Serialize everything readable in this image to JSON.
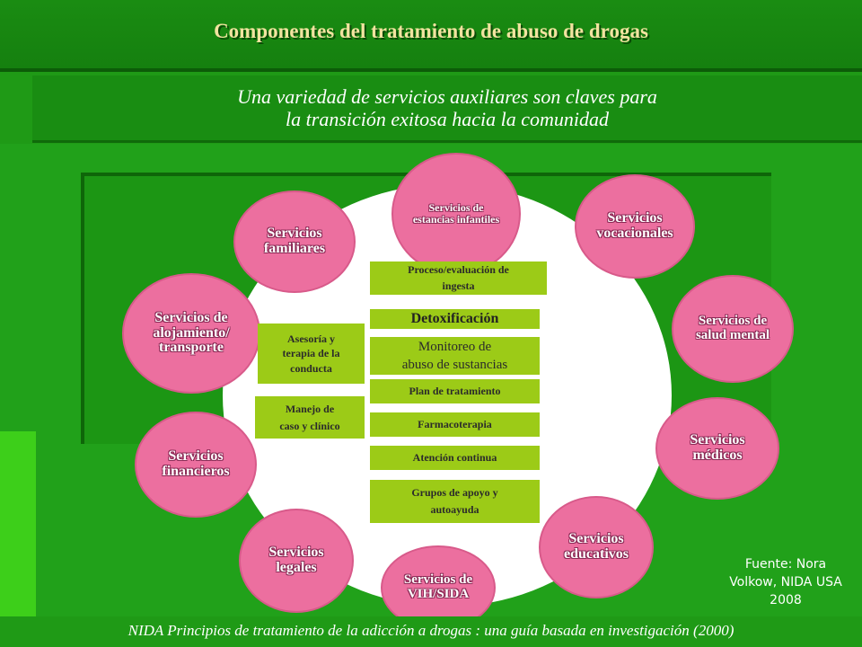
{
  "title": "Componentes del tratamiento de abuso de drogas",
  "subtitle": "Una variedad de servicios auxiliares son claves para\nla transición exitosa hacia la comunidad",
  "services": {
    "childcare": "Servicios de\nestancias infantiles",
    "family": "Servicios\nfamiliares",
    "vocational": "Servicios\nvocacionales",
    "housing": "Servicios de\nalojamiento/\ntransporte",
    "mental_health": "Servicios de\nsalud mental",
    "financial": "Servicios\nfinancieros",
    "medical": "Servicios\nmédicos",
    "legal": "Servicios\nlegales",
    "hiv": "Servicios de\nVIH/SIDA",
    "educational": "Servicios\neducativos"
  },
  "core": {
    "intake": "Proceso/evaluación de\ningesta",
    "detox": "Detoxificación",
    "monitoring": "Monitoreo de\nabuso de sustancias",
    "plan": "Plan de tratamiento",
    "pharmaco": "Farmacoterapia",
    "continuing": "Atención continua",
    "support": "Grupos de apoyo y\nautoayuda",
    "counseling": "Asesoría y\nterapia de la\nconducta",
    "case_mgmt": "Manejo de\ncaso y clínico"
  },
  "source_note": "Fuente: Nora\nVolkow, NIDA USA\n2008",
  "footer": "NIDA Principios de tratamiento de la adicción a  drogas : una guía basada en investigación (2000)",
  "colors": {
    "petal": "#ec6f9f",
    "core_box": "#9ccb17",
    "background": "#1f9a16",
    "title": "#f2e3a0"
  }
}
